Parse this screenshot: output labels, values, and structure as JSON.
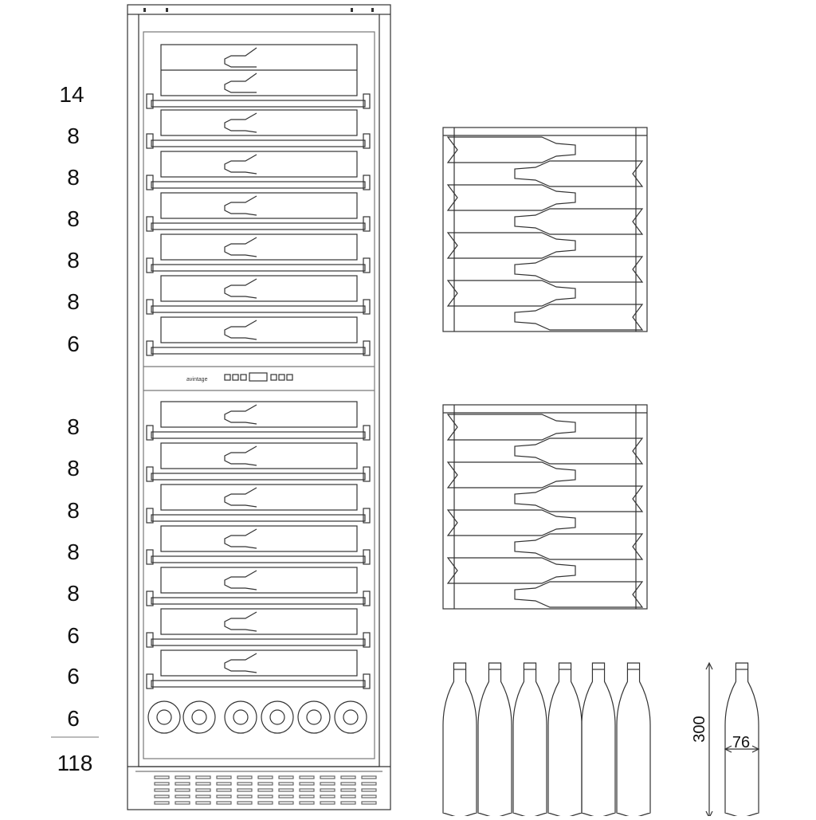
{
  "shelf_capacity_labels": [
    "14",
    "8",
    "8",
    "8",
    "8",
    "8",
    "6",
    "8",
    "8",
    "8",
    "8",
    "8",
    "6",
    "6",
    "6"
  ],
  "total_capacity": "118",
  "control_panel": {
    "brand_logo_text": "avintage"
  },
  "dimensions": {
    "bottle_height": "300",
    "bottle_diameter": "76"
  },
  "colors": {
    "line": "#333333",
    "light_line": "#888888",
    "text": "#111111",
    "divider": "#bbbbbb"
  }
}
